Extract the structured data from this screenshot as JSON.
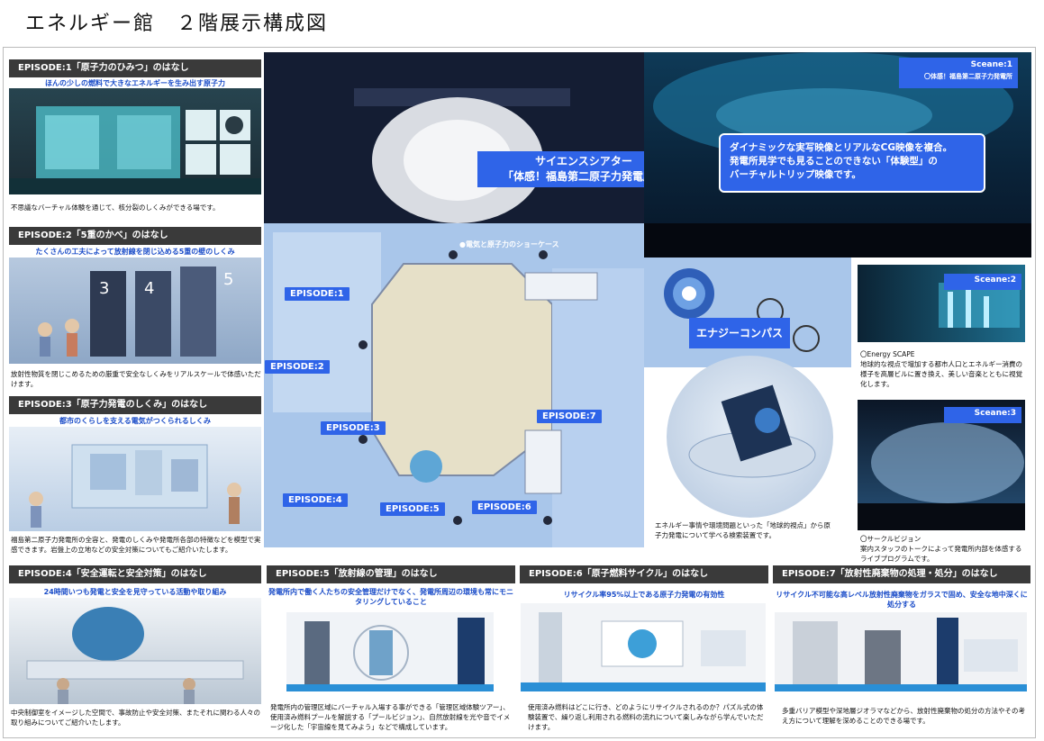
{
  "page": {
    "title": "エネルギー館　２階展示構成図"
  },
  "episodes_left": [
    {
      "header": "EPISODE:1「原子力のひみつ」のはなし",
      "subtitle": "ほんの少しの燃料で大きなエネルギーを生み出す原子力",
      "desc": "不思議なバーチャル体験を通じて、核分裂のしくみができる場です。"
    },
    {
      "header": "EPISODE:2「5重のかべ」のはなし",
      "subtitle": "たくさんの工夫によって放射線を閉じ込める5重の壁のしくみ",
      "desc": "放射性物質を閉じこめるための厳重で安全なしくみをリアルスケールで体感いただけます。"
    },
    {
      "header": "EPISODE:3「原子力発電のしくみ」のはなし",
      "subtitle": "都市のくらしを支える電気がつくられるしくみ",
      "desc": "福島第二原子力発電所の全容と、発電のしくみや発電所各部の特徴などを模型で実感できます。岩盤上の立地などの安全対策についてもご紹介いたします。"
    }
  ],
  "episodes_bottom": [
    {
      "header": "EPISODE:4「安全運転と安全対策」のはなし",
      "subtitle": "24時間いつも発電と安全を見守っている活動や取り組み",
      "desc": "中央制御室をイメージした空間で、事故防止や安全対策、またそれに関わる人々の取り組みについてご紹介いたします。"
    },
    {
      "header": "EPISODE:5「放射線の管理」のはなし",
      "subtitle": "発電所内で働く人たちの安全管理だけでなく、発電所周辺の環境も常にモニタリングしていること",
      "desc": "発電所内の管理区域にバーチャル入場する事ができる「管理区域体験ツアー」、使用済み燃料プールを解説する「プールビジョン」、自然放射線を光や音でイメージ化した「宇宙線を見てみよう」などで構成しています。"
    },
    {
      "header": "EPISODE:6「原子燃料サイクル」のはなし",
      "subtitle": "リサイクル率95%以上である原子力発電の有効性",
      "desc": "使用済み燃料はどこに行き、どのようにリサイクルされるのか？パズル式の体験装置で、繰り返し利用される燃料の流れについて楽しみながら学んでいただけます。"
    },
    {
      "header": "EPISODE:7「放射性廃棄物の処理・処分」のはなし",
      "subtitle": "リサイクル不可能な高レベル放射性廃棄物をガラスで固め、安全な地中深くに処分する",
      "desc": "多重バリア模型や深地層ジオラマなどから、放射性廃棄物の処分の方法やその考え方について理解を深めることのできる場です。"
    }
  ],
  "map": {
    "science_theater": "サイエンスシアター\n「体感！福島第二原子力発電所」",
    "energy_compass": "エナジーコンパス",
    "showcase": "●電気と原子力のショーケース",
    "episode_tags": [
      "EPISODE:1",
      "EPISODE:2",
      "EPISODE:3",
      "EPISODE:4",
      "EPISODE:5",
      "EPISODE:6",
      "EPISODE:7"
    ],
    "compass_desc": "エネルギー事情や環境問題といった「地球的視点」から原子力発電について学べる検索装置です。"
  },
  "theater": {
    "desc": "ダイナミックな実写映像とリアルなCG映像を複合。\n発電所見学でも見ることのできない「体験型」の\nバーチャルトリップ映像です。"
  },
  "scenes": [
    {
      "tag": "Sceane:1",
      "sub": "〇体感！福島第二原子力発電所"
    },
    {
      "tag": "Sceane:2",
      "desc": "〇Energy  SCAPE\n地球的な視点で増加する都市人口とエネルギー消費の様子を高層ビルに置き換え、美しい音楽とともに視覚化します。"
    },
    {
      "tag": "Sceane:3",
      "desc": "〇サークルビジョン\n案内スタッフのトークによって発電所内部を体感するライブプログラムです。"
    }
  ],
  "colors": {
    "accent": "#2f64e8",
    "header_bg": "#3a3a3a",
    "subtitle": "#1a4cc8"
  }
}
